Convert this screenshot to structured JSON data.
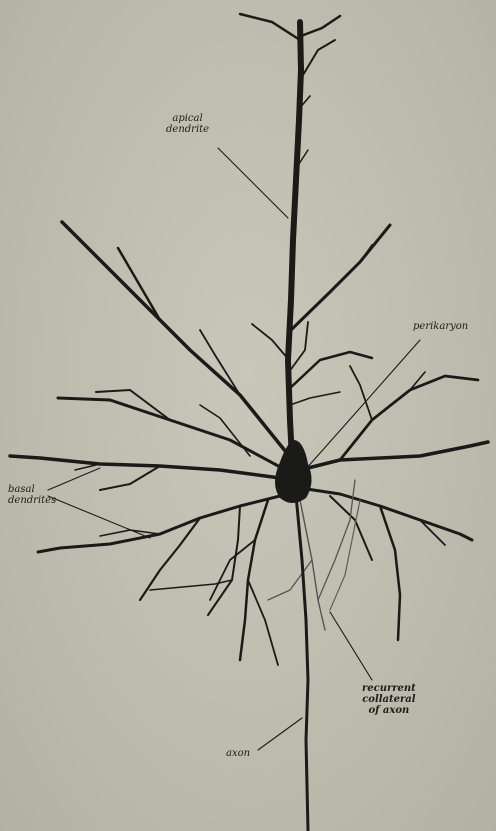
{
  "figure": {
    "background": "#c4c2b4",
    "ink": "#1a1a18",
    "labels": {
      "apical": [
        "apical",
        "dendrite"
      ],
      "perikaryon": [
        "perikaryon"
      ],
      "basal": [
        "basal",
        "dendrites"
      ],
      "recurrent": [
        "recurrent",
        "collateral",
        "of axon"
      ],
      "axon": [
        "axon"
      ]
    }
  }
}
